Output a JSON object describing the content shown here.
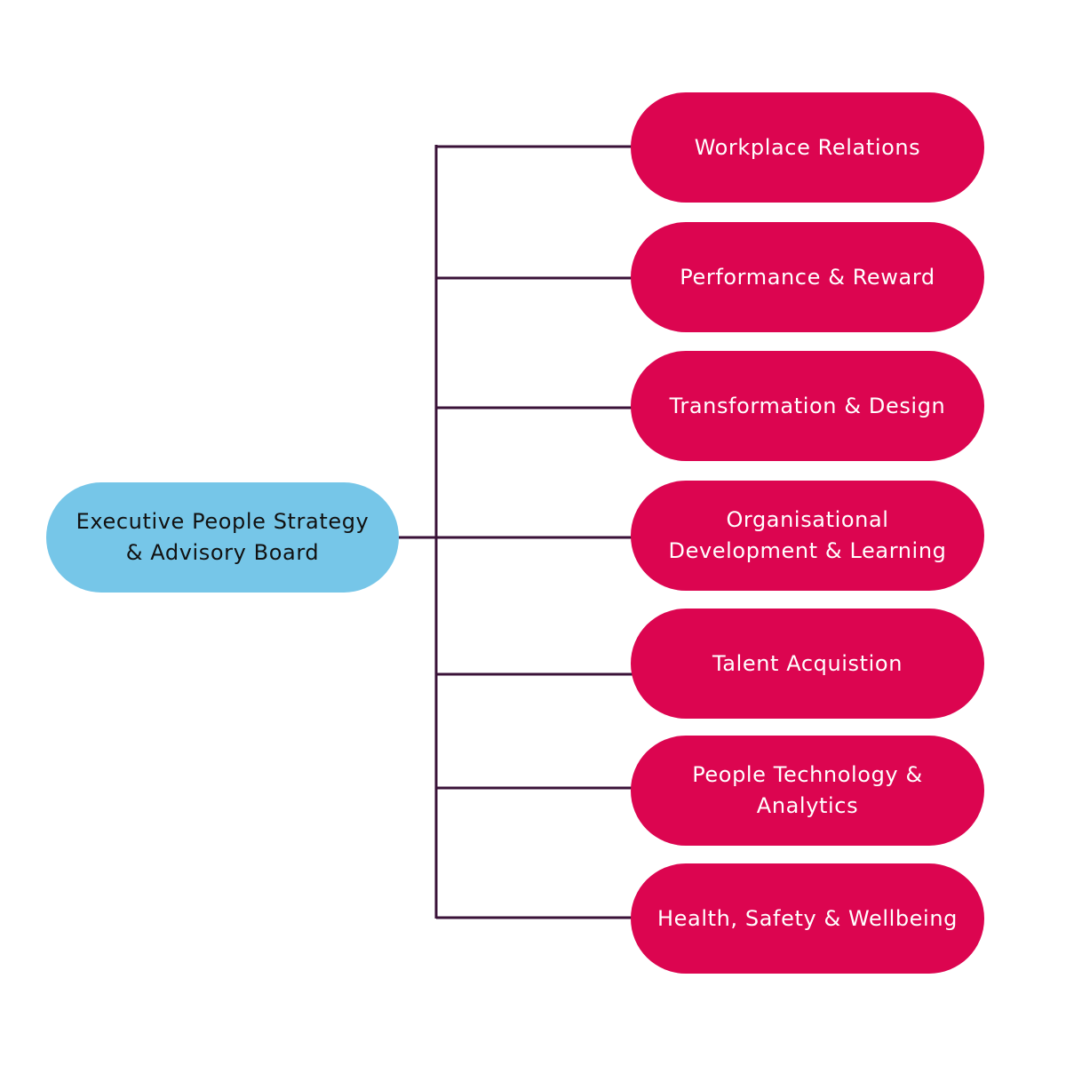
{
  "colors": {
    "root_fill": "#76c6e8",
    "branch_fill": "#dc0550",
    "connector": "#3a1238"
  },
  "root": {
    "label": "Executive People Strategy\n& Advisory Board"
  },
  "branches": [
    {
      "label": "Workplace Relations"
    },
    {
      "label": "Performance & Reward"
    },
    {
      "label": "Transformation & Design"
    },
    {
      "label": "Organisational\nDevelopment & Learning"
    },
    {
      "label": "Talent Acquistion"
    },
    {
      "label": "People Technology &\nAnalytics"
    },
    {
      "label": "Health, Safety & Wellbeing"
    }
  ]
}
